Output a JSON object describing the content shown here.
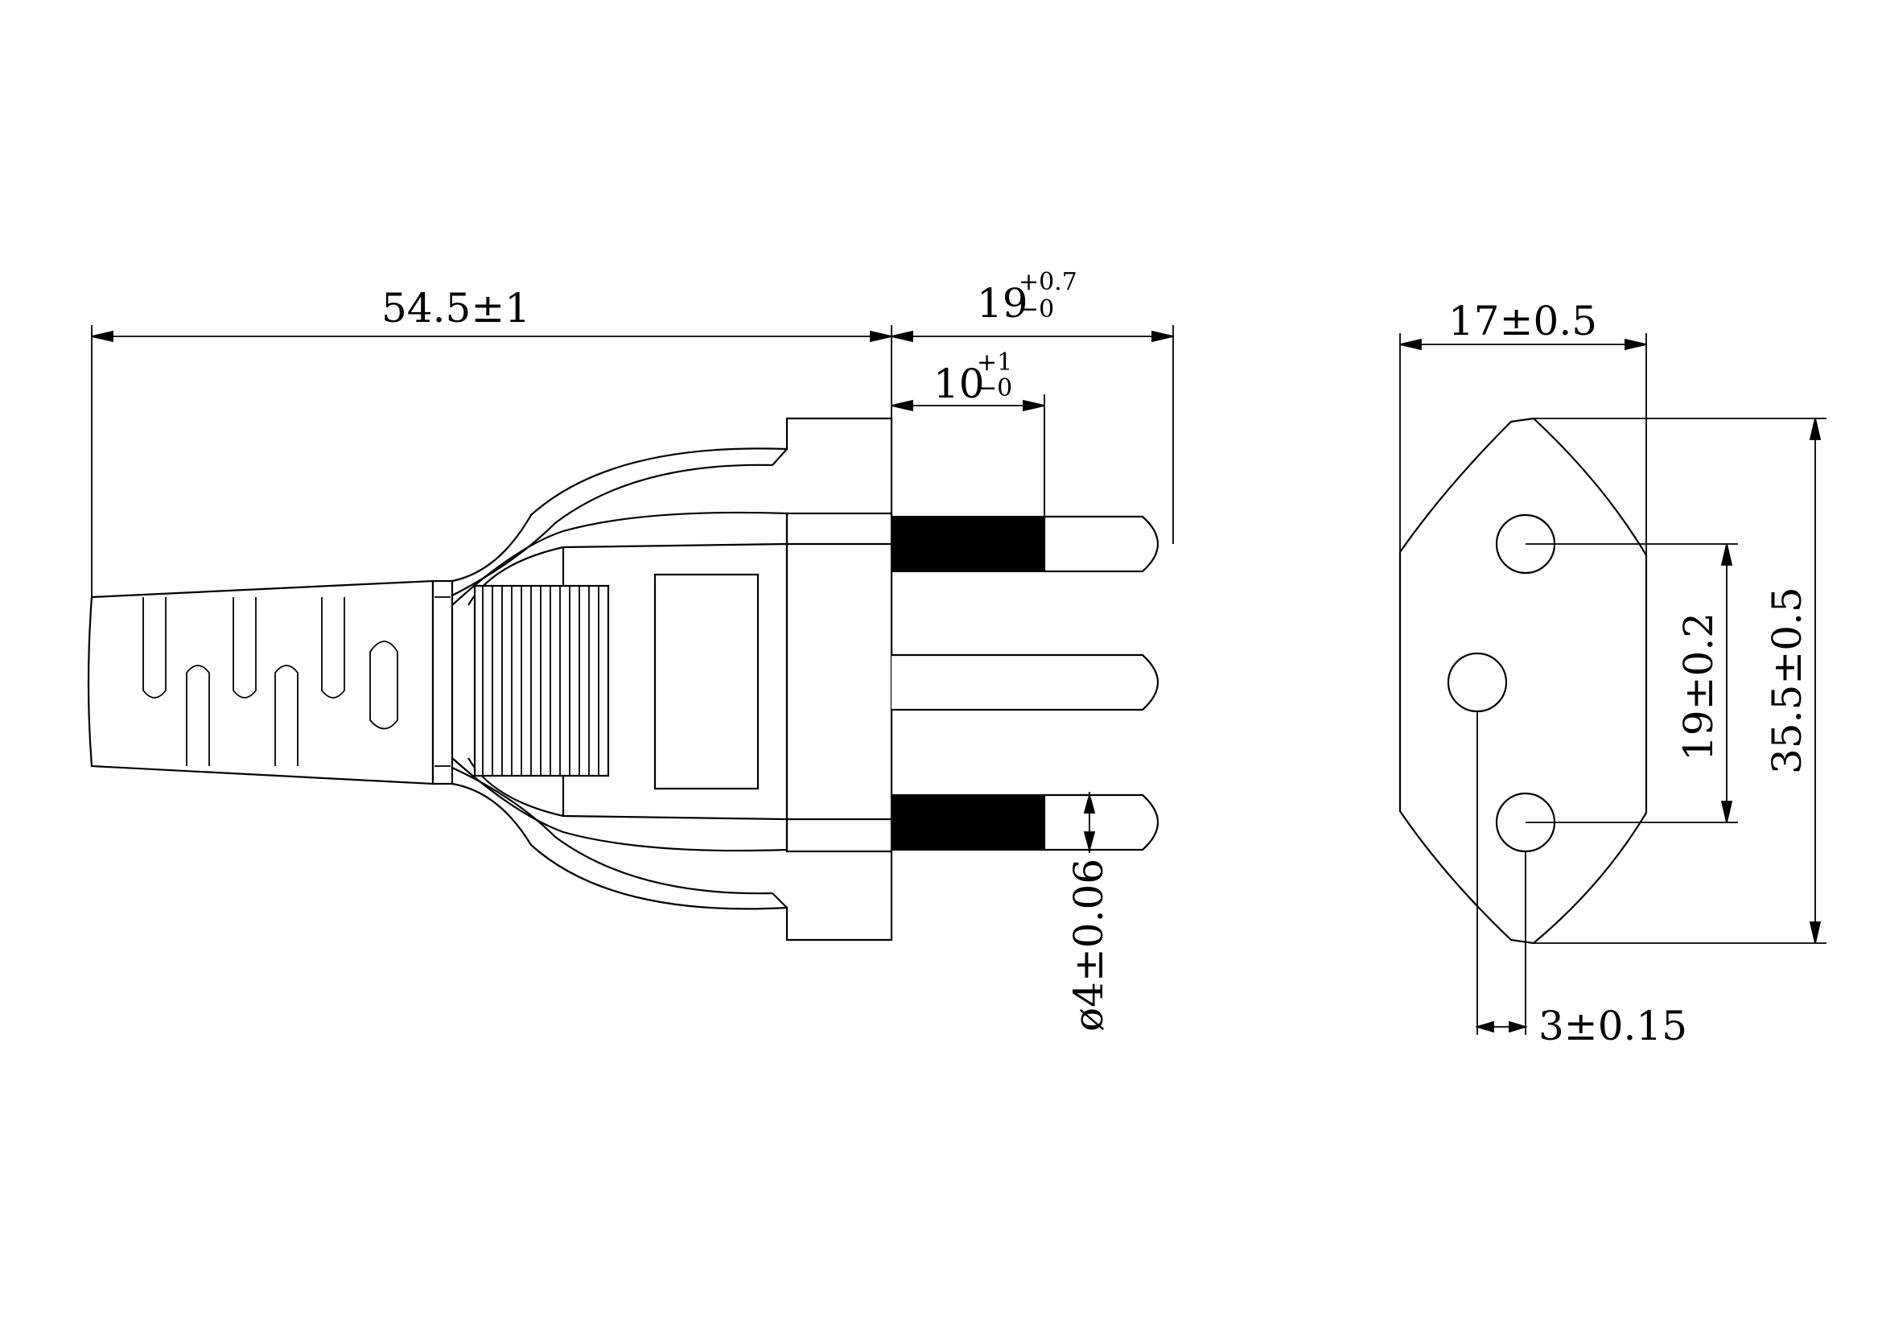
{
  "dimensions": {
    "overall_length": "54.5±1",
    "pin_length_base": "19",
    "pin_length_tol_plus": "+0.7",
    "pin_length_tol_minus": "−0",
    "insulation_length_base": "10",
    "insulation_length_tol_plus": "+1",
    "insulation_length_tol_minus": "−0",
    "pin_diameter": "ø4±0.06",
    "face_width": "17±0.5",
    "pin_spacing": "19±0.2",
    "face_height": "35.5±0.5",
    "earth_offset": "3±0.15"
  }
}
